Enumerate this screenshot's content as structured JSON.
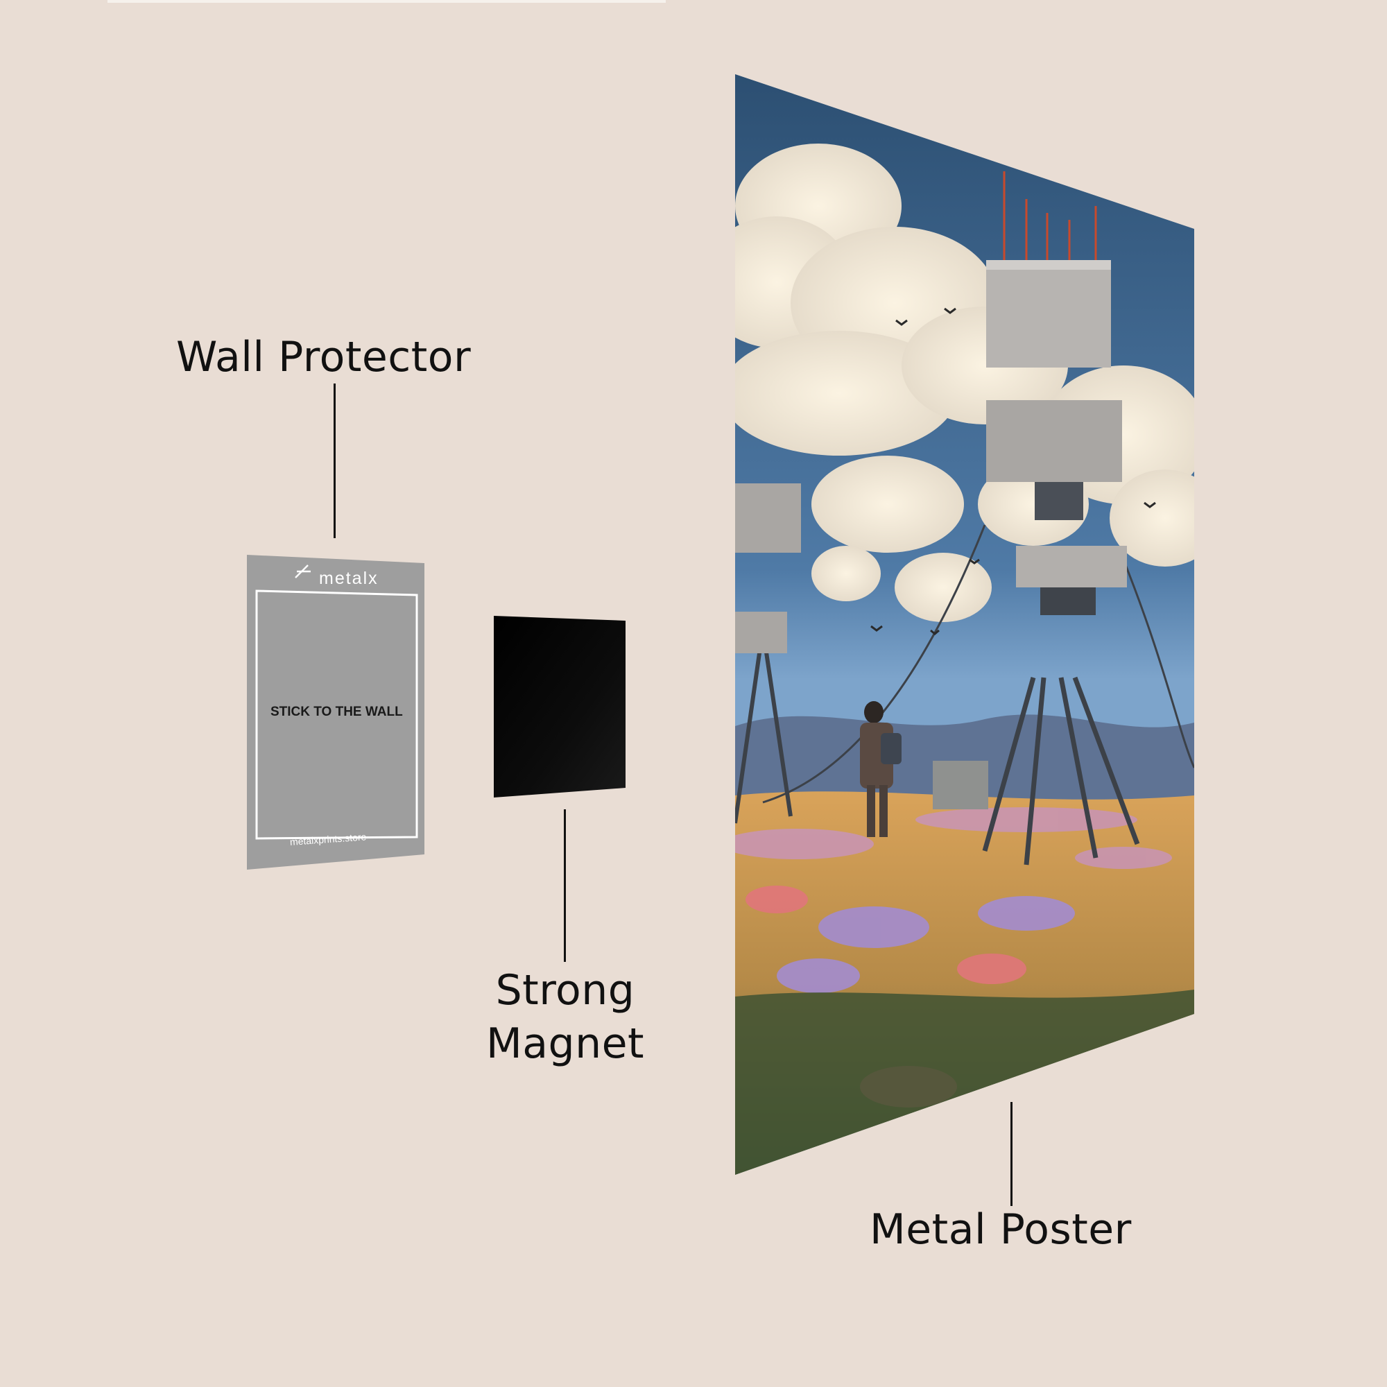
{
  "labels": {
    "wall_protector": "Wall Protector",
    "strong_magnet_line1": "Strong",
    "strong_magnet_line2": "Magnet",
    "metal_poster": "Metal Poster"
  },
  "wall_protector_card": {
    "brand": "metalx",
    "instruction": "STICK TO THE WALL",
    "website": "metalxprints.store"
  },
  "colors": {
    "background": "#e9ddd4",
    "protector_gray": "#9e9e9e",
    "magnet_black": "#050505",
    "sky": "#3c6288",
    "text": "#111111"
  }
}
